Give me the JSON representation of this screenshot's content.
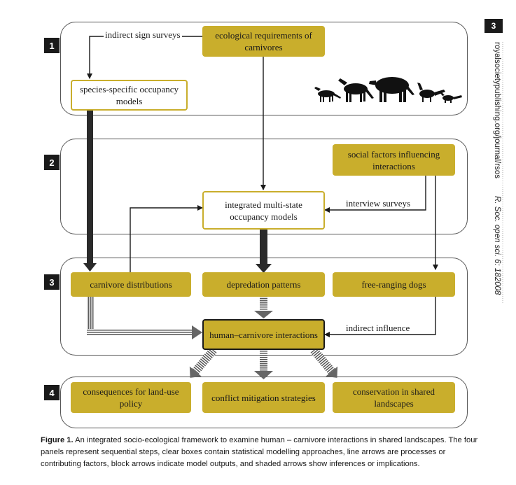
{
  "page_number": "3",
  "side_journal": "royalsocietypublishing.org/journal/rsos",
  "side_citation": "R. Soc. open sci. 6: 182008",
  "panels": [
    {
      "number": "1"
    },
    {
      "number": "2"
    },
    {
      "number": "3"
    },
    {
      "number": "4"
    }
  ],
  "boxes": {
    "ecological": "ecological requirements of carnivores",
    "species": "species-specific occupancy models",
    "social": "social factors influencing interactions",
    "integrated": "integrated multi-state occupancy models",
    "carnivore_dist": "carnivore distributions",
    "depredation": "depredation patterns",
    "dogs": "free-ranging dogs",
    "human_carnivore": "human–carnivore interactions",
    "land_use": "consequences for land-use policy",
    "mitigation": "conflict mitigation strategies",
    "conservation": "conservation in shared landscapes"
  },
  "labels": {
    "indirect_sign": "indirect sign surveys",
    "interview": "interview surveys",
    "indirect_influence": "indirect influence"
  },
  "caption": {
    "figure": "Figure 1.",
    "text": "An integrated socio-ecological framework to examine human – carnivore interactions in shared landscapes. The four panels represent sequential steps, clear boxes contain statistical modelling approaches, line arrows are processes or contributing factors, block arrows indicate model outputs, and shaded arrows show inferences or implications."
  },
  "colors": {
    "gold": "#c9ae2c",
    "ink": "#1a1a1a"
  }
}
